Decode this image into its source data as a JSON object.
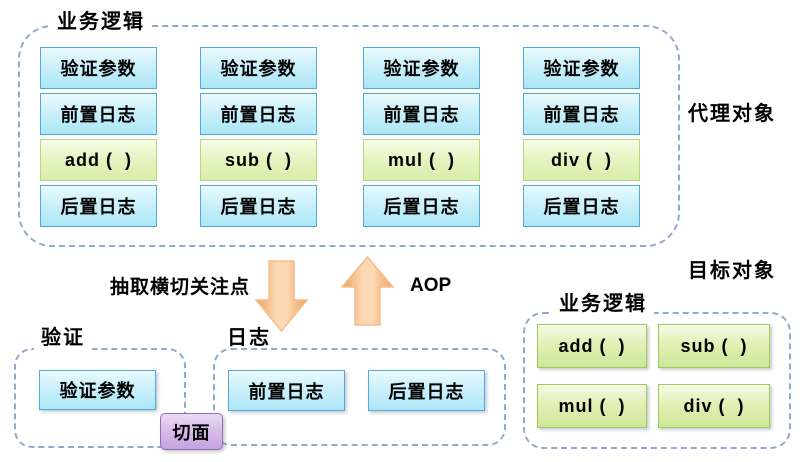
{
  "proxy_group": {
    "label": "业务逻辑",
    "side_label": "代理对象",
    "columns": [
      {
        "cells": [
          "验证参数",
          "前置日志",
          "add (  )",
          "后置日志"
        ]
      },
      {
        "cells": [
          "验证参数",
          "前置日志",
          "sub (  )",
          "后置日志"
        ]
      },
      {
        "cells": [
          "验证参数",
          "前置日志",
          "mul (  )",
          "后置日志"
        ]
      },
      {
        "cells": [
          "验证参数",
          "前置日志",
          "div (  )",
          "后置日志"
        ]
      }
    ]
  },
  "middle": {
    "extract_label": "抽取横切关注点",
    "aop_label": "AOP",
    "down_arrow_icon": "thick-arrow-down",
    "up_arrow_icon": "thick-arrow-up"
  },
  "validation_group": {
    "label": "验证",
    "cells": [
      "验证参数"
    ]
  },
  "log_group": {
    "label": "日志",
    "cells": [
      "前置日志",
      "后置日志"
    ]
  },
  "aspect_box": {
    "label": "切面"
  },
  "target_group": {
    "side_label": "目标对象",
    "label": "业务逻辑",
    "cells": [
      "add (  )",
      "sub (  )",
      "mul (  )",
      "div (  )"
    ]
  },
  "colors": {
    "dashed_border": "#92a9ce",
    "blue_box_border": "#55a9d8",
    "blue_box_top": "#eafafd",
    "blue_box_bottom": "#abe7f7",
    "green_box_border": "#b6d87c",
    "green_box_top": "#f9fce9",
    "green_box_bottom": "#d7eeaa",
    "target_green_border": "#9ecb57",
    "target_green_top": "#f5fae6",
    "target_green_bottom": "#cde79b",
    "purple_box_border": "#8f6fae",
    "purple_box_top": "#eadaf5",
    "purple_box_bottom": "#c5a3df",
    "arrow_edge": "#f0a05c",
    "arrow_center": "#fcd9b4",
    "text": "#000000"
  }
}
